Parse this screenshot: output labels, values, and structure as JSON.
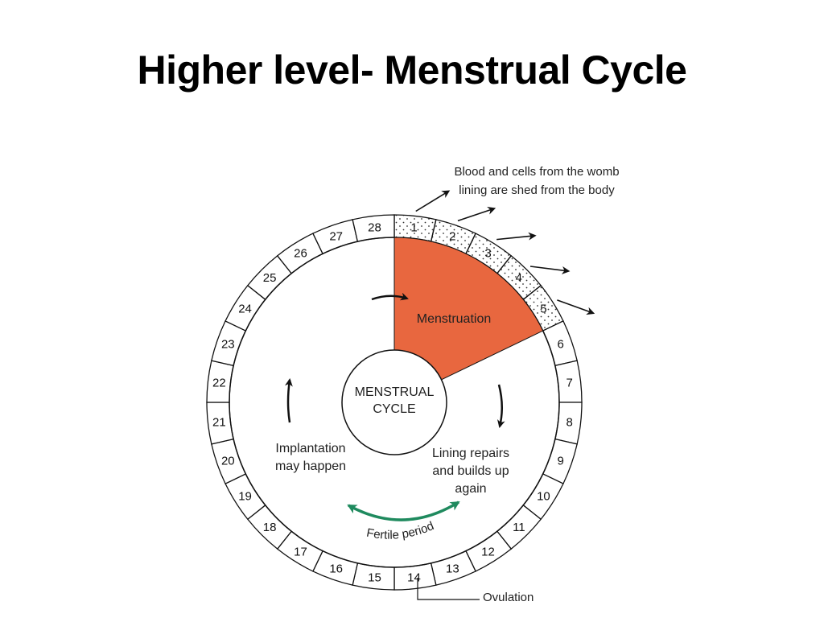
{
  "title": "Higher level- Menstrual Cycle",
  "diagram": {
    "center_line1": "MENSTRUAL",
    "center_line2": "CYCLE",
    "menstruation_label": "Menstruation",
    "shed_note_line1": "Blood and cells from the womb",
    "shed_note_line2": "lining are shed from the body",
    "implantation_line1": "Implantation",
    "implantation_line2": "may happen",
    "repair_line1": "Lining repairs",
    "repair_line2": "and builds up",
    "repair_line3": "again",
    "fertile_label": "Fertile period",
    "ovulation_label": "Ovulation",
    "days": [
      "1",
      "2",
      "3",
      "4",
      "5",
      "6",
      "7",
      "8",
      "9",
      "10",
      "11",
      "12",
      "13",
      "14",
      "15",
      "16",
      "17",
      "18",
      "19",
      "20",
      "21",
      "22",
      "23",
      "24",
      "25",
      "26",
      "27",
      "28"
    ],
    "shed_days": 5,
    "colors": {
      "menstruation_fill": "#e8673f",
      "center_text": "#b0262a",
      "fertile_arrow": "#1f8a5e",
      "outline": "#111111"
    }
  }
}
